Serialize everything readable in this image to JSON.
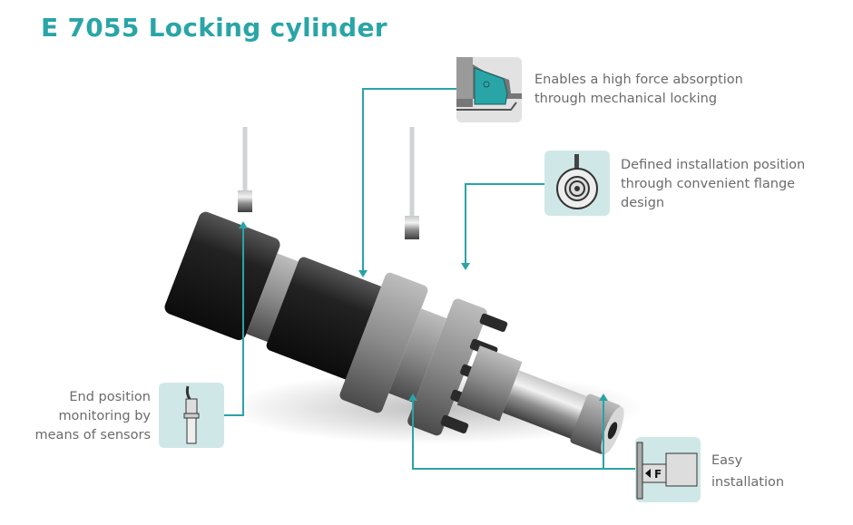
{
  "title": "E 7055 Locking cylinder",
  "colors": {
    "accent": "#2aa5a7",
    "box_bg": "#cfe8e7",
    "text": "#6b6b6b"
  },
  "features": [
    {
      "icon": "locking-section-icon",
      "lines": [
        "Enables a high force absorption",
        "through mechanical locking"
      ]
    },
    {
      "icon": "flange-icon",
      "lines": [
        "Defined installation position",
        "through convenient flange",
        "design"
      ]
    },
    {
      "icon": "sensor-icon",
      "lines": [
        "End position",
        "monitoring by",
        "means of sensors"
      ]
    },
    {
      "icon": "installation-force-icon",
      "icon_text": "F",
      "lines": [
        "Easy",
        "installation"
      ]
    }
  ]
}
